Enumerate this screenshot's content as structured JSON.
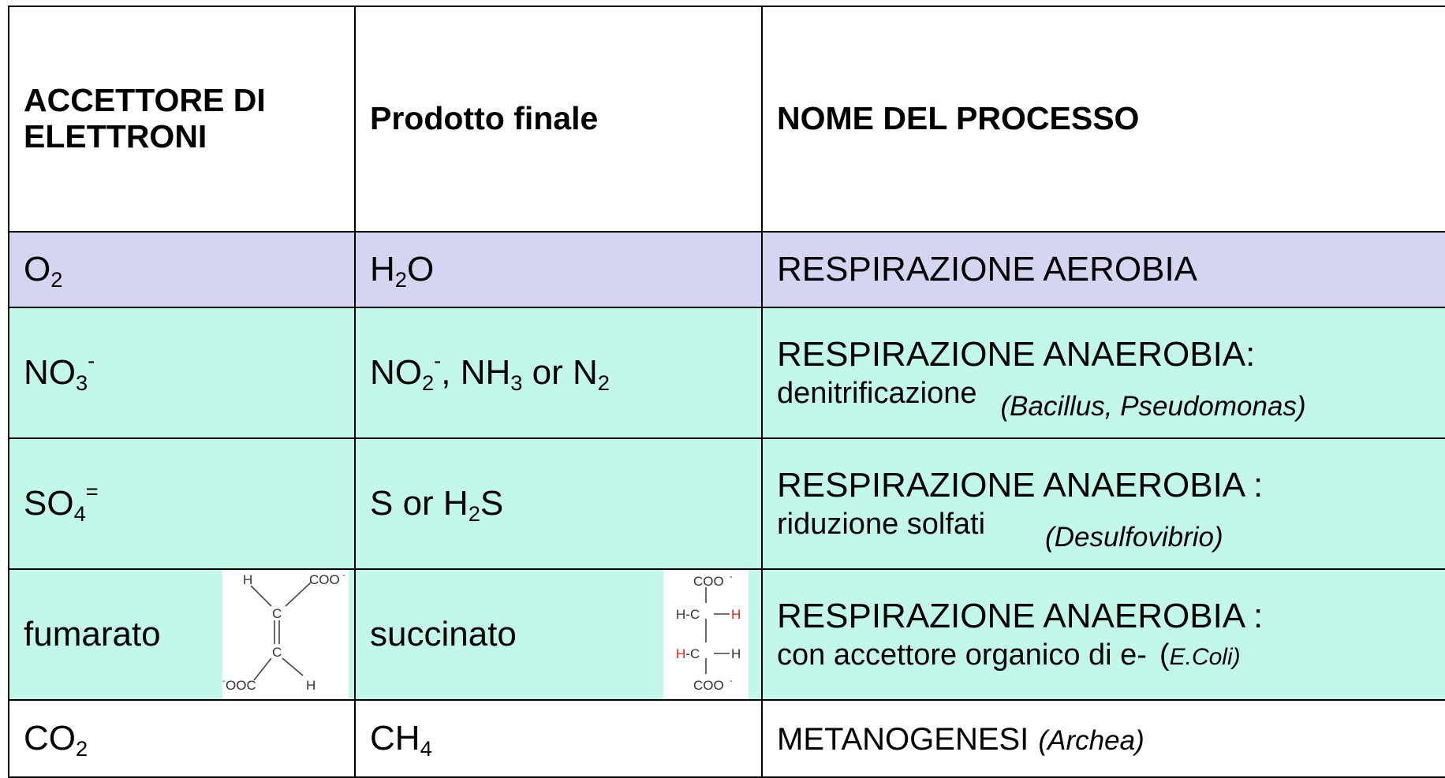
{
  "headers": {
    "acceptor": "ACCETTORE DI ELETTRONI",
    "product": "Prodotto finale",
    "process": "NOME DEL PROCESSO"
  },
  "rows": {
    "o2": {
      "acceptor_base": "O",
      "acceptor_sub": "2",
      "product_base": "H",
      "product_sub": "2",
      "product_tail": "O",
      "process": "RESPIRAZIONE AEROBIA"
    },
    "no3": {
      "acceptor_base": "NO",
      "acceptor_sub": "3",
      "acceptor_sup": "-",
      "product_p1": "NO",
      "product_p1_sub": "2",
      "product_p1_sup": "-",
      "product_p2": ", NH",
      "product_p2_sub": "3",
      "product_p3": " or N",
      "product_p3_sub": "2",
      "process_line1": "RESPIRAZIONE ANAEROBIA:",
      "process_line2": "denitrificazione",
      "organism": "(Bacillus, Pseudomonas)"
    },
    "so4": {
      "acceptor_base": "SO",
      "acceptor_sub": "4",
      "acceptor_sup": "=",
      "product_p1": "S or H",
      "product_p1_sub": "2",
      "product_p2": "S",
      "process_line1": "RESPIRAZIONE ANAEROBIA :",
      "process_line2": "riduzione solfati",
      "organism": "(Desulfovibrio)"
    },
    "fum": {
      "acceptor": "fumarato",
      "product": "succinato",
      "process_line1": "RESPIRAZIONE ANAEROBIA :",
      "process_line2": "con accettore organico di e-",
      "organism_open": "(",
      "organism": "E.Coli)"
    },
    "co2": {
      "acceptor_base": "CO",
      "acceptor_sub": "2",
      "product_base": "CH",
      "product_sub": "4",
      "process": "METANOGENESI",
      "organism": "(Archea)"
    }
  },
  "structures": {
    "fumarate": {
      "h_top": "H",
      "coo_top": "COO",
      "c_top": "C",
      "c_bottom": "C",
      "ooc_bottom": "OOC",
      "h_bottom": "H"
    },
    "succinate": {
      "coo_top": "COO",
      "row1": "H-C",
      "h_right1": "H",
      "row2": "H-C",
      "h_right2": "H",
      "coo_bottom": "COO",
      "red": "#e02020"
    }
  }
}
